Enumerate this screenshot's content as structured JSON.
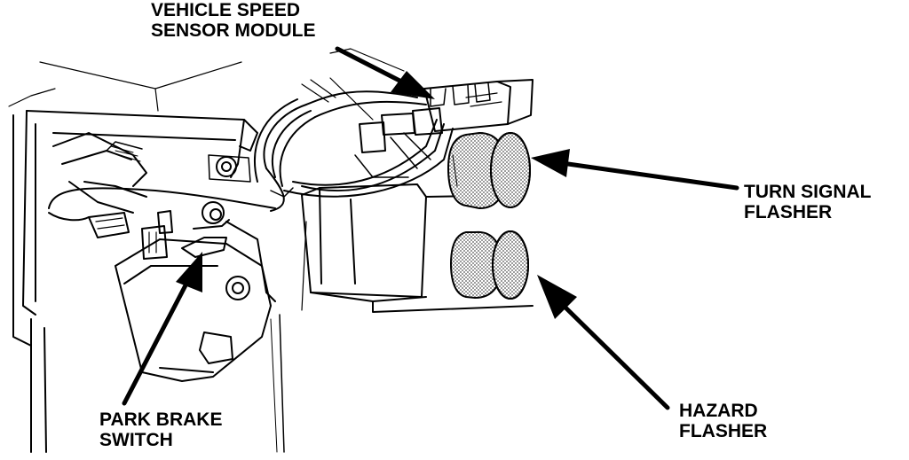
{
  "labels": {
    "vehicle_speed_sensor": {
      "line1": "VEHICLE SPEED",
      "line2": "SENSOR MODULE"
    },
    "turn_signal_flasher": {
      "line1": "TURN SIGNAL",
      "line2": "FLASHER"
    },
    "hazard_flasher": {
      "line1": "HAZARD",
      "line2": "FLASHER"
    },
    "park_brake_switch": {
      "line1": "PARK BRAKE",
      "line2": "SWITCH"
    }
  },
  "colors": {
    "ink": "#000000",
    "paper": "#ffffff",
    "stipple": "#888888"
  }
}
